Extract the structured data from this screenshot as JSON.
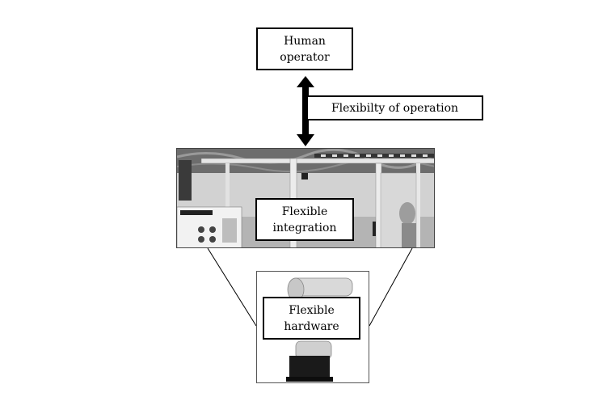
{
  "nodes": {
    "human_operator": {
      "line1": "Human",
      "line2": "operator"
    },
    "flexibility_of_operation": {
      "label": "Flexibilty of operation"
    },
    "flexible_integration": {
      "line1": "Flexible",
      "line2": "integration"
    },
    "flexible_hardware": {
      "line1": "Flexible",
      "line2": "hardware"
    }
  },
  "images": {
    "integration_photo": "robot-cell-photo",
    "hardware_photo": "industrial-robot-arm-photo"
  },
  "colors": {
    "arrow": "#000000",
    "box_border": "#000000",
    "background": "#ffffff"
  }
}
